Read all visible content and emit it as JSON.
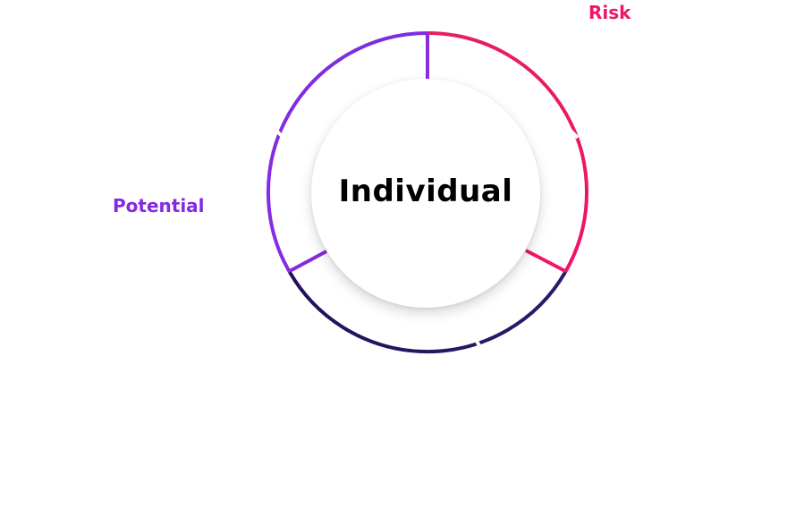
{
  "diagram": {
    "center_label": "Individual",
    "segments": [
      {
        "label": "Risk",
        "color_start": "#e6215d",
        "color_end": "#f0156a"
      },
      {
        "label": "",
        "color_start": "#2a1366",
        "color_end": "#1f0c4f"
      },
      {
        "label": "Potential",
        "color_start": "#7b2ddf",
        "color_end": "#8a2be2"
      }
    ],
    "colors": {
      "risk": "#f0156a",
      "dark": "#240f5a",
      "potential": "#8429e0",
      "text": "#000000",
      "background": "#ffffff"
    }
  }
}
